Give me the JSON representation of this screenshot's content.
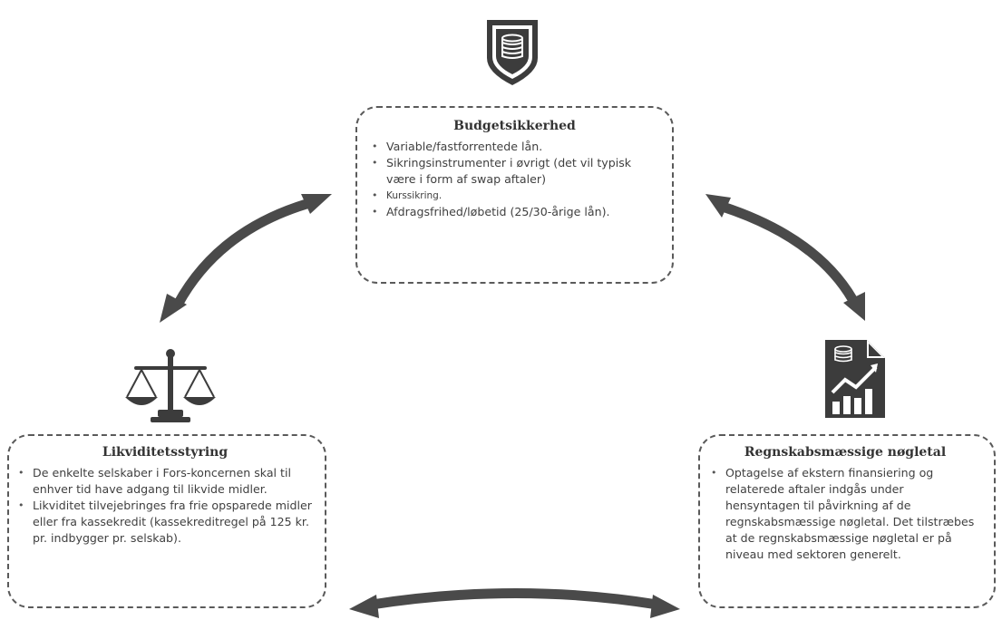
{
  "boxes": {
    "top": {
      "title": "Budgetsikkerhed",
      "items": [
        "Variable/fastforrentede lån.",
        "Sikringsinstrumenter i øvrigt (det vil typisk være i form af swap aftaler)",
        "Kurssikring.",
        "Afdragsfrihed/løbetid (25/30-årige lån)."
      ]
    },
    "left": {
      "title": "Likviditetsstyring",
      "items": [
        "De enkelte selskaber i Fors-koncernen skal til enhver tid have adgang til likvide midler.",
        "Likviditet tilvejebringes fra frie opsparede midler eller fra kassekredit (kassekreditregel på 125 kr. pr. indbygger pr. selskab)."
      ]
    },
    "right": {
      "title": "Regnskabsmæssige nøgletal",
      "items": [
        "Optagelse af ekstern finansiering og relaterede aftaler indgås under hensyntagen til påvirkning af de regnskabsmæssige nøgletal. Det tilstræbes at de regnskabsmæssige nøgletal er på niveau med sektoren generelt."
      ]
    }
  },
  "icons": {
    "top": "shield-coins-icon",
    "left": "balance-scale-icon",
    "right": "financial-report-icon"
  },
  "colors": {
    "arrow": "#4a4a4a",
    "icon": "#3c3c3c",
    "border": "#5a5a5a"
  }
}
